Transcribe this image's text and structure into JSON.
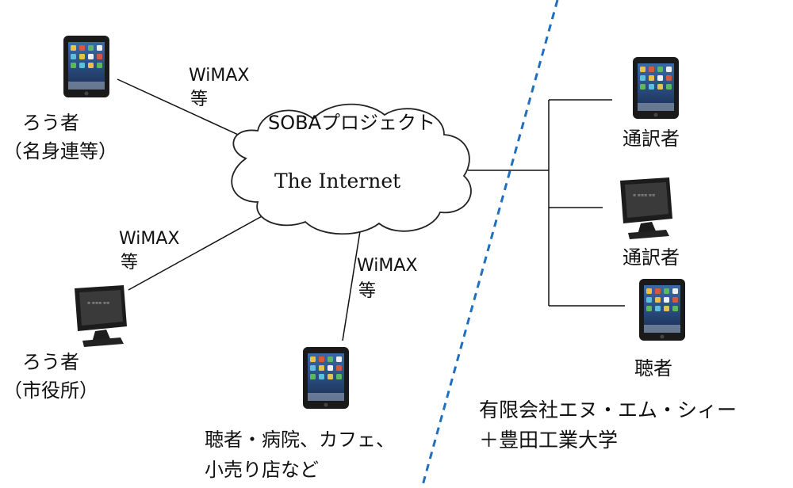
{
  "cloud": {
    "label": "The Internet",
    "project_label": "SOBAプロジェクト"
  },
  "links": {
    "top_left": [
      "WiMAX",
      "等"
    ],
    "mid_left": [
      "WiMAX",
      "等"
    ],
    "bottom": [
      "WiMAX",
      "等"
    ]
  },
  "left_devices": [
    {
      "device": "tablet-icon",
      "lines": [
        "ろう者",
        "（名身連等）"
      ]
    },
    {
      "device": "desktop-terminal-icon",
      "lines": [
        "ろう者",
        "（市役所）"
      ]
    }
  ],
  "bottom_device": {
    "device": "tablet-icon",
    "lines": [
      "聴者・病院、カフェ、",
      "小売り店など"
    ]
  },
  "right_devices": [
    {
      "device": "tablet-icon",
      "label": "通訳者"
    },
    {
      "device": "desktop-terminal-icon",
      "label": "通訳者"
    },
    {
      "device": "tablet-icon",
      "label": "聴者"
    }
  ],
  "organization": [
    "有限会社エヌ・エム・シィー",
    "＋豊田工業大学"
  ],
  "colors": {
    "divider": "#1f6fc0",
    "line": "#111111",
    "cloud_stroke": "#222222",
    "device_body": "#1a1a1a"
  }
}
